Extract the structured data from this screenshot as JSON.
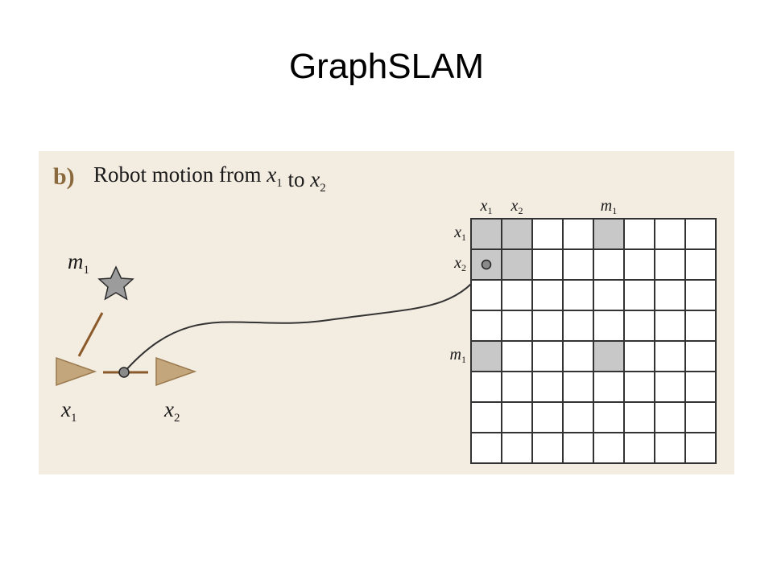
{
  "slide": {
    "title": "GraphSLAM"
  },
  "panel": {
    "label": "b)",
    "caption_prefix": "Robot motion from",
    "caption_joiner": "to",
    "caption_from": {
      "base": "x",
      "sub": "1"
    },
    "caption_to": {
      "base": "x",
      "sub": "2"
    }
  },
  "graph": {
    "landmark": {
      "base": "m",
      "sub": "1"
    },
    "pose_from": {
      "base": "x",
      "sub": "1"
    },
    "pose_to": {
      "base": "x",
      "sub": "2"
    }
  },
  "matrix": {
    "rows": 8,
    "cols": 8,
    "column_headers": [
      {
        "index": 0,
        "base": "x",
        "sub": "1"
      },
      {
        "index": 1,
        "base": "x",
        "sub": "2"
      },
      {
        "index": 4,
        "base": "m",
        "sub": "1"
      }
    ],
    "row_headers": [
      {
        "index": 0,
        "base": "x",
        "sub": "1"
      },
      {
        "index": 1,
        "base": "x",
        "sub": "2"
      },
      {
        "index": 4,
        "base": "m",
        "sub": "1"
      }
    ],
    "filled_cells": [
      [
        0,
        0
      ],
      [
        0,
        1
      ],
      [
        0,
        4
      ],
      [
        1,
        0
      ],
      [
        1,
        1
      ],
      [
        4,
        0
      ],
      [
        4,
        4
      ]
    ],
    "marked_cell": [
      1,
      0
    ]
  },
  "colors": {
    "panel_background": "#f3ece1",
    "label_color": "#8a6a3c",
    "pose_fill": "#c4a67d",
    "pose_stroke": "#9a7a4e",
    "edge_color": "#8b5a2b",
    "star_fill": "#9c9c9c",
    "cell_filled": "#c8c8c8",
    "cell_empty": "#ffffff",
    "grid_line": "#333333",
    "curve_color": "#333333"
  }
}
